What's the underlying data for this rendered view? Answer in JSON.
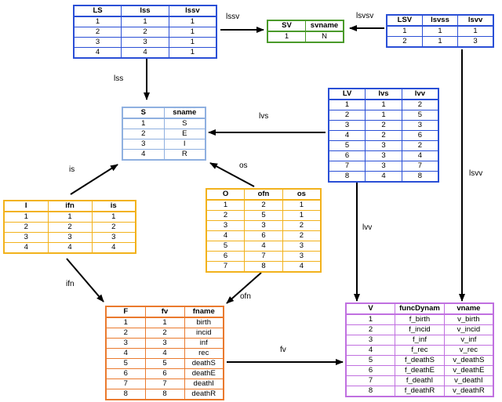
{
  "colors": {
    "LS": "#2a4fd6",
    "SV": "#4a9a2a",
    "LSV": "#2a4fd6",
    "S": "#8fb0e0",
    "LV": "#2a4fd6",
    "I": "#f2b21c",
    "O": "#f2b21c",
    "F": "#ea7a2e",
    "V": "#c070e0",
    "arrow": "#000000"
  },
  "tables": {
    "LS": {
      "headers": [
        "LS",
        "lss",
        "lssv"
      ],
      "rows": [
        [
          "1",
          "1",
          "1"
        ],
        [
          "2",
          "2",
          "1"
        ],
        [
          "3",
          "3",
          "1"
        ],
        [
          "4",
          "4",
          "1"
        ]
      ]
    },
    "SV": {
      "headers": [
        "SV",
        "svname"
      ],
      "rows": [
        [
          "1",
          "N"
        ]
      ]
    },
    "LSV": {
      "headers": [
        "LSV",
        "lsvss",
        "lsvv"
      ],
      "rows": [
        [
          "1",
          "1",
          "1"
        ],
        [
          "2",
          "1",
          "3"
        ]
      ]
    },
    "S": {
      "headers": [
        "S",
        "sname"
      ],
      "rows": [
        [
          "1",
          "S"
        ],
        [
          "2",
          "E"
        ],
        [
          "3",
          "I"
        ],
        [
          "4",
          "R"
        ]
      ]
    },
    "LV": {
      "headers": [
        "LV",
        "lvs",
        "lvv"
      ],
      "rows": [
        [
          "1",
          "1",
          "2"
        ],
        [
          "2",
          "1",
          "5"
        ],
        [
          "3",
          "2",
          "3"
        ],
        [
          "4",
          "2",
          "6"
        ],
        [
          "5",
          "3",
          "2"
        ],
        [
          "6",
          "3",
          "4"
        ],
        [
          "7",
          "3",
          "7"
        ],
        [
          "8",
          "4",
          "8"
        ]
      ]
    },
    "I": {
      "headers": [
        "I",
        "ifn",
        "is"
      ],
      "rows": [
        [
          "1",
          "1",
          "1"
        ],
        [
          "2",
          "2",
          "2"
        ],
        [
          "3",
          "3",
          "3"
        ],
        [
          "4",
          "4",
          "4"
        ]
      ]
    },
    "O": {
      "headers": [
        "O",
        "ofn",
        "os"
      ],
      "rows": [
        [
          "1",
          "2",
          "1"
        ],
        [
          "2",
          "5",
          "1"
        ],
        [
          "3",
          "3",
          "2"
        ],
        [
          "4",
          "6",
          "2"
        ],
        [
          "5",
          "4",
          "3"
        ],
        [
          "6",
          "7",
          "3"
        ],
        [
          "7",
          "8",
          "4"
        ]
      ]
    },
    "F": {
      "headers": [
        "F",
        "fv",
        "fname"
      ],
      "rows": [
        [
          "1",
          "1",
          "birth"
        ],
        [
          "2",
          "2",
          "incid"
        ],
        [
          "3",
          "3",
          "inf"
        ],
        [
          "4",
          "4",
          "rec"
        ],
        [
          "5",
          "5",
          "deathS"
        ],
        [
          "6",
          "6",
          "deathE"
        ],
        [
          "7",
          "7",
          "deathI"
        ],
        [
          "8",
          "8",
          "deathR"
        ]
      ]
    },
    "V": {
      "headers": [
        "V",
        "funcDynam",
        "vname"
      ],
      "rows": [
        [
          "1",
          "f_birth",
          "v_birth"
        ],
        [
          "2",
          "f_incid",
          "v_incid"
        ],
        [
          "3",
          "f_inf",
          "v_inf"
        ],
        [
          "4",
          "f_rec",
          "v_rec"
        ],
        [
          "5",
          "f_deathS",
          "v_deathS"
        ],
        [
          "6",
          "f_deathE",
          "v_deathE"
        ],
        [
          "7",
          "f_deathI",
          "v_deathI"
        ],
        [
          "8",
          "f_deathR",
          "v_deathR"
        ]
      ]
    }
  },
  "labels": {
    "lssv": "lssv",
    "lsvsv": "lsvsv",
    "lss": "lss",
    "lvs": "lvs",
    "lsvv": "lsvv",
    "is": "is",
    "os": "os",
    "lvv": "lvv",
    "ifn": "ifn",
    "ofn": "ofn",
    "fv": "fv"
  }
}
